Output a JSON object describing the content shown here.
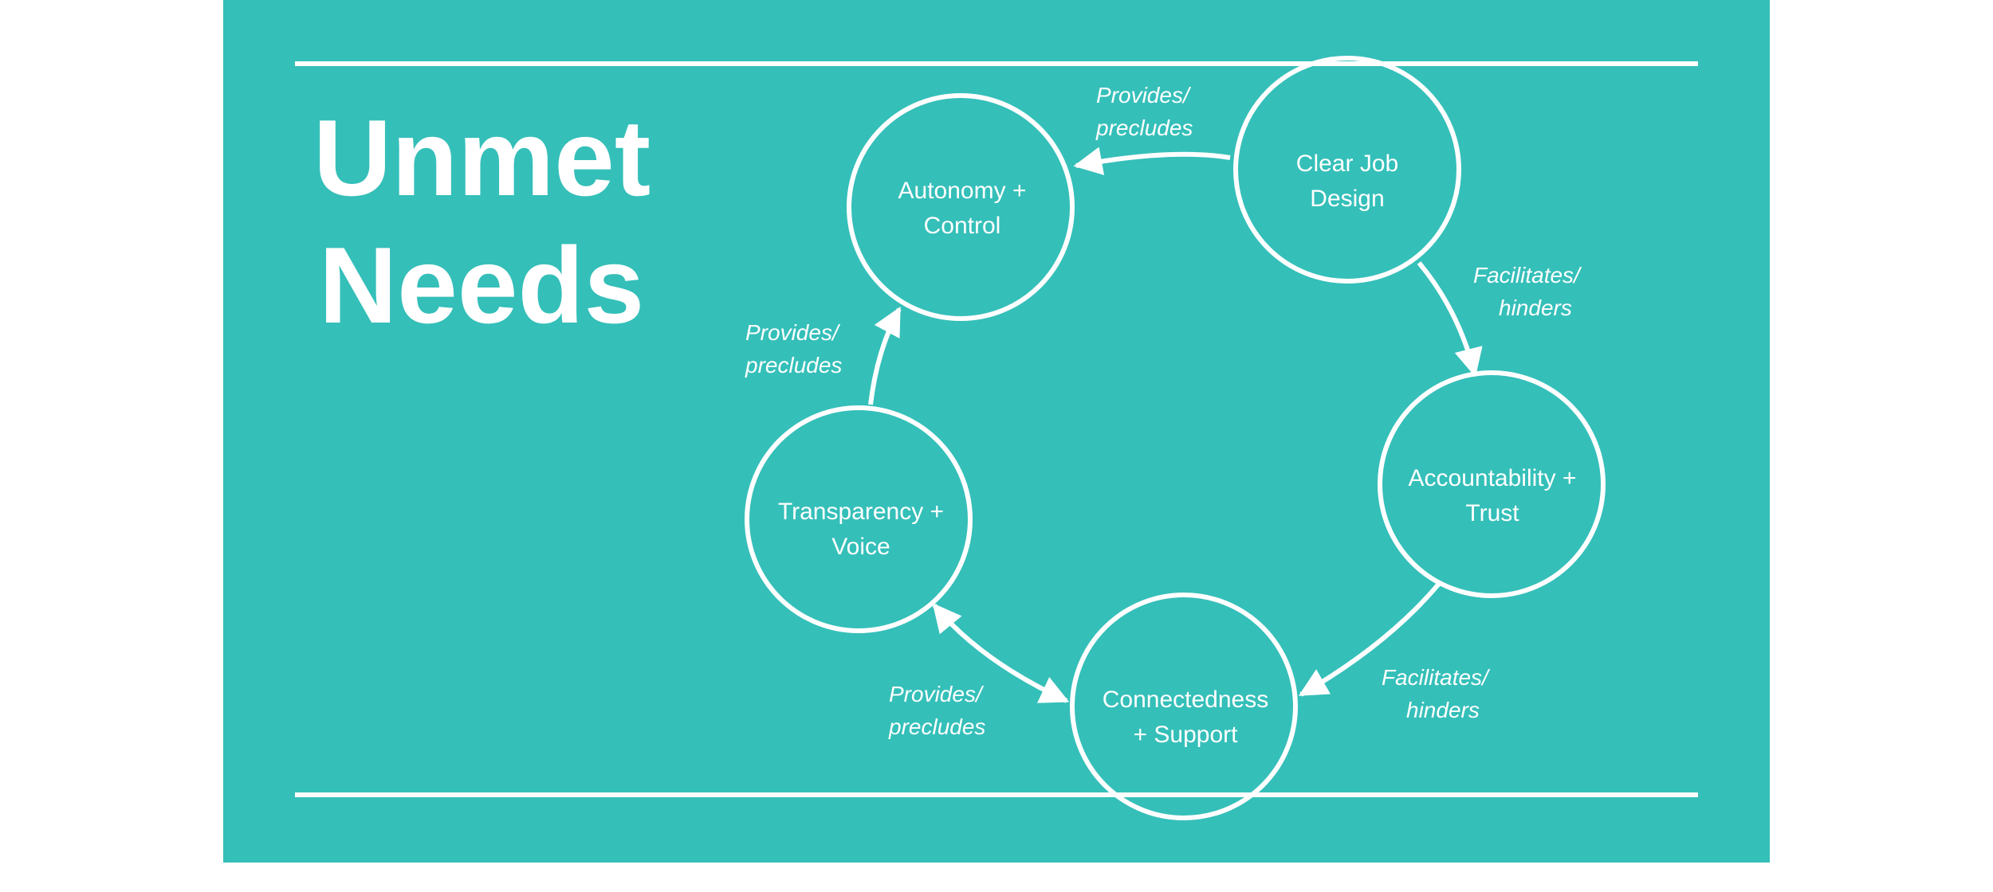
{
  "colors": {
    "panel": "#35bfb9",
    "ink": "#ffffff"
  },
  "title": {
    "line1": "Unmet",
    "line2": "Needs"
  },
  "nodes": {
    "autonomy": {
      "line1": "Autonomy +",
      "line2": "Control"
    },
    "clear_job": {
      "line1": "Clear Job",
      "line2": "Design"
    },
    "accountability": {
      "line1": "Accountability +",
      "line2": "Trust"
    },
    "connectedness": {
      "line1": "Connectedness",
      "line2": "+ Support"
    },
    "transparency": {
      "line1": "Transparency +",
      "line2": "Voice"
    }
  },
  "edges": {
    "clear_to_autonomy": {
      "line1": "Provides/",
      "line2": "precludes"
    },
    "clear_to_accountability": {
      "line1": "Facilitates/",
      "line2": "hinders"
    },
    "accountability_to_connectedness": {
      "line1": "Facilitates/",
      "line2": "hinders"
    },
    "connectedness_transparency": {
      "line1": "Provides/",
      "line2": "precludes"
    },
    "transparency_to_autonomy": {
      "line1": "Provides/",
      "line2": "precludes"
    }
  }
}
